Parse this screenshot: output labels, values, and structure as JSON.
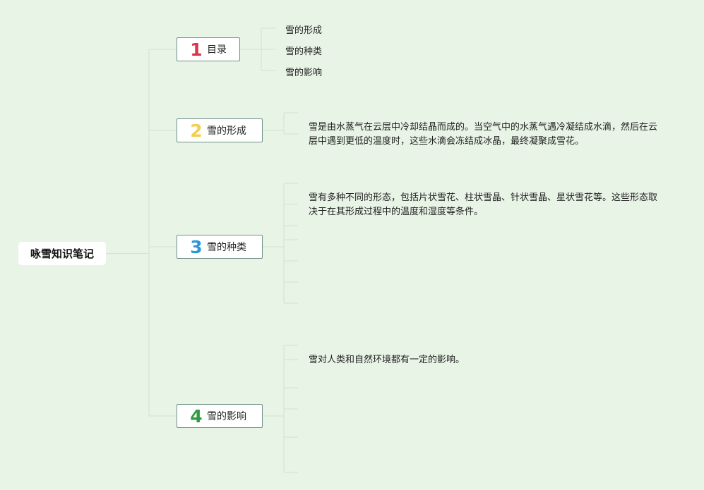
{
  "root": {
    "label": "咏雪知识笔记"
  },
  "colors": {
    "background": "#e8f4e6",
    "connector": "#d5e6cf",
    "num1": "#e0334b",
    "num2": "#f3cf50",
    "num3": "#2a97da",
    "num4": "#2f9a42"
  },
  "branches": [
    {
      "num": "1",
      "label": "目录",
      "children": [
        "雪的形成",
        "雪的种类",
        "雪的影响"
      ]
    },
    {
      "num": "2",
      "label": "雪的形成",
      "text": "雪是由水蒸气在云层中冷却结晶而成的。当空气中的水蒸气遇冷凝结成水滴，然后在云层中遇到更低的温度时，这些水滴会冻结成冰晶，最终凝聚成雪花。"
    },
    {
      "num": "3",
      "label": "雪的种类",
      "text": "雪有多种不同的形态，包括片状雪花、柱状雪晶、针状雪晶、星状雪花等。这些形态取决于在其形成过程中的温度和湿度等条件。"
    },
    {
      "num": "4",
      "label": "雪的影响",
      "text": "雪对人类和自然环境都有一定的影响。"
    }
  ]
}
